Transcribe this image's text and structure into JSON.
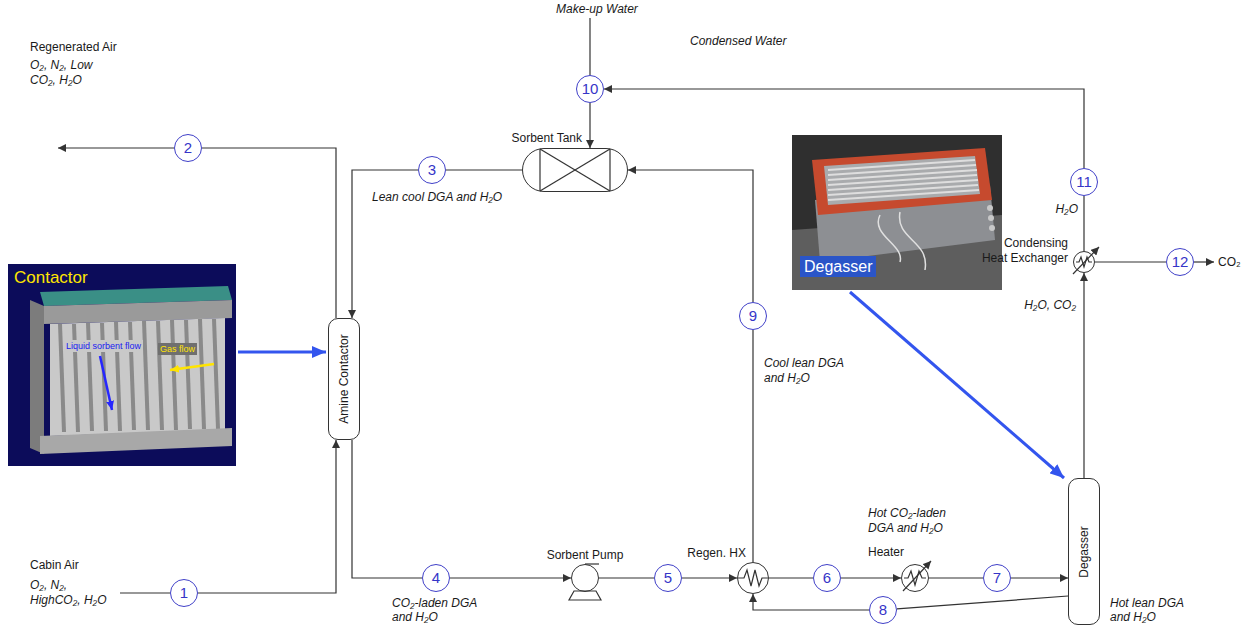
{
  "diagram": {
    "nodes": [
      {
        "text": [
          "Amine Contactor"
        ]
      },
      {
        "text": [
          "Sorbent Tank"
        ]
      },
      {
        "text": [
          "Sorbent Pump"
        ]
      },
      {
        "text": [
          "Regen. HX"
        ]
      },
      {
        "text": [
          "Heater"
        ]
      },
      {
        "text": [
          "Degasser"
        ]
      },
      {
        "text": [
          "Condensing Heat Exchanger"
        ]
      },
      {
        "text": [
          "1"
        ]
      },
      {
        "text": [
          "2"
        ]
      },
      {
        "text": [
          "3"
        ]
      },
      {
        "text": [
          "4"
        ]
      },
      {
        "text": [
          "5"
        ]
      },
      {
        "text": [
          "6"
        ]
      },
      {
        "text": [
          "7"
        ]
      },
      {
        "text": [
          "8"
        ]
      },
      {
        "text": [
          "9"
        ]
      },
      {
        "text": [
          "10"
        ]
      },
      {
        "text": [
          "11"
        ]
      },
      {
        "text": [
          "12"
        ]
      }
    ],
    "edges": [
      {
        "from": 7,
        "to": 0,
        "arrow": "to"
      },
      {
        "from": 0,
        "to": 8,
        "arrow": "none"
      },
      {
        "from": 1,
        "to": 9,
        "arrow": "none"
      },
      {
        "from": 9,
        "to": 0,
        "arrow": "to"
      },
      {
        "from": 0,
        "to": 10,
        "arrow": "none"
      },
      {
        "from": 10,
        "to": 2,
        "arrow": "to"
      },
      {
        "from": 2,
        "to": 11,
        "arrow": "none"
      },
      {
        "from": 11,
        "to": 3,
        "arrow": "to"
      },
      {
        "from": 3,
        "to": 12,
        "arrow": "none"
      },
      {
        "from": 12,
        "to": 4,
        "arrow": "to"
      },
      {
        "from": 4,
        "to": 13,
        "arrow": "none"
      },
      {
        "from": 13,
        "to": 5,
        "arrow": "to"
      },
      {
        "from": 5,
        "to": 14,
        "arrow": "none"
      },
      {
        "from": 14,
        "to": 3,
        "arrow": "to"
      },
      {
        "from": 3,
        "to": 15,
        "arrow": "none"
      },
      {
        "from": 15,
        "to": 1,
        "arrow": "to"
      },
      {
        "from": 16,
        "to": 1,
        "arrow": "to"
      },
      {
        "from": 5,
        "to": 6,
        "arrow": "to"
      },
      {
        "from": 6,
        "to": 17,
        "arrow": "none"
      },
      {
        "from": 17,
        "to": 16,
        "arrow": "to"
      },
      {
        "from": 6,
        "to": 18,
        "arrow": "none"
      }
    ],
    "labels": [
      "Make-up Water",
      "Condensed Water",
      "Regenerated Air",
      "O₂, N₂, Low CO₂, H₂O",
      "Lean cool DGA and H₂O",
      "Cabin Air",
      "O₂, N₂, HighCO₂, H₂O",
      "CO₂-laden DGA and H₂O",
      "Cool lean DGA and H₂O",
      "Hot CO₂-laden DGA and H₂O",
      "Hot lean DGA and H₂O",
      "H₂O",
      "H₂O, CO₂",
      "CO₂",
      "Contactor",
      "Liquid sorbent flow",
      "Gas flow",
      "Degasser"
    ]
  }
}
